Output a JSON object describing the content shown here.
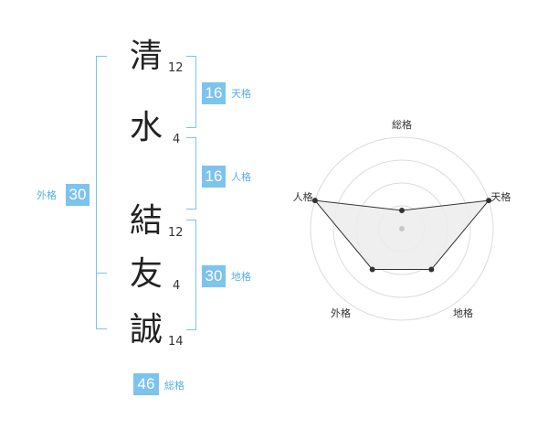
{
  "name": {
    "chars": [
      {
        "char": "清",
        "strokes": "12"
      },
      {
        "char": "水",
        "strokes": "4"
      },
      {
        "char": "結",
        "strokes": "12"
      },
      {
        "char": "友",
        "strokes": "4"
      },
      {
        "char": "誠",
        "strokes": "14"
      }
    ]
  },
  "fortunes": {
    "tenkaku": {
      "label": "天格",
      "value": "16"
    },
    "jinkaku": {
      "label": "人格",
      "value": "16"
    },
    "chikaku": {
      "label": "地格",
      "value": "30"
    },
    "gaikaku": {
      "label": "外格",
      "value": "30"
    },
    "soukaku": {
      "label": "総格",
      "value": "46"
    }
  },
  "colors": {
    "accent": "#7cc3ee",
    "label": "#5aaee0",
    "text": "#222222"
  },
  "chart_data": {
    "type": "radar",
    "axes": [
      "総格",
      "天格",
      "地格",
      "外格",
      "人格"
    ],
    "values": [
      0.2,
      1.0,
      0.55,
      0.55,
      1.0
    ],
    "scale_rings": 4,
    "center_dot": true
  }
}
